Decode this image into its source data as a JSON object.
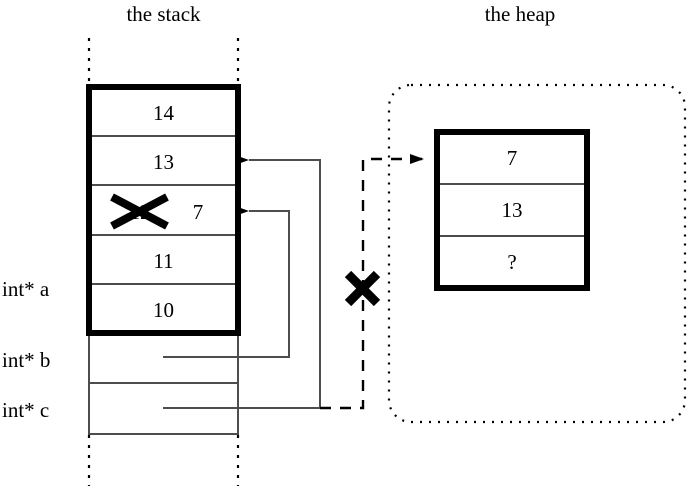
{
  "titles": {
    "stack": "the stack",
    "heap": "the heap"
  },
  "stack": {
    "frame_cells": [
      {
        "value": "14"
      },
      {
        "value": "13"
      },
      {
        "value": "12",
        "struck": true,
        "new_value": "7"
      },
      {
        "value": "11"
      },
      {
        "value": "10"
      }
    ],
    "pointer_labels": [
      {
        "label": "int* a"
      },
      {
        "label": "int* b"
      },
      {
        "label": "int* c"
      }
    ],
    "struck_value": "12",
    "replacement_value": "7"
  },
  "heap": {
    "cells": [
      {
        "value": "7"
      },
      {
        "value": "13"
      },
      {
        "value": "?"
      }
    ]
  },
  "marks": {
    "cross_on_heap_pointer": "x-mark",
    "cross_on_stack_value": "x-mark"
  },
  "colors": {
    "stroke": "#000000",
    "thin_stroke": "#4d4d4d",
    "background": "#ffffff"
  }
}
